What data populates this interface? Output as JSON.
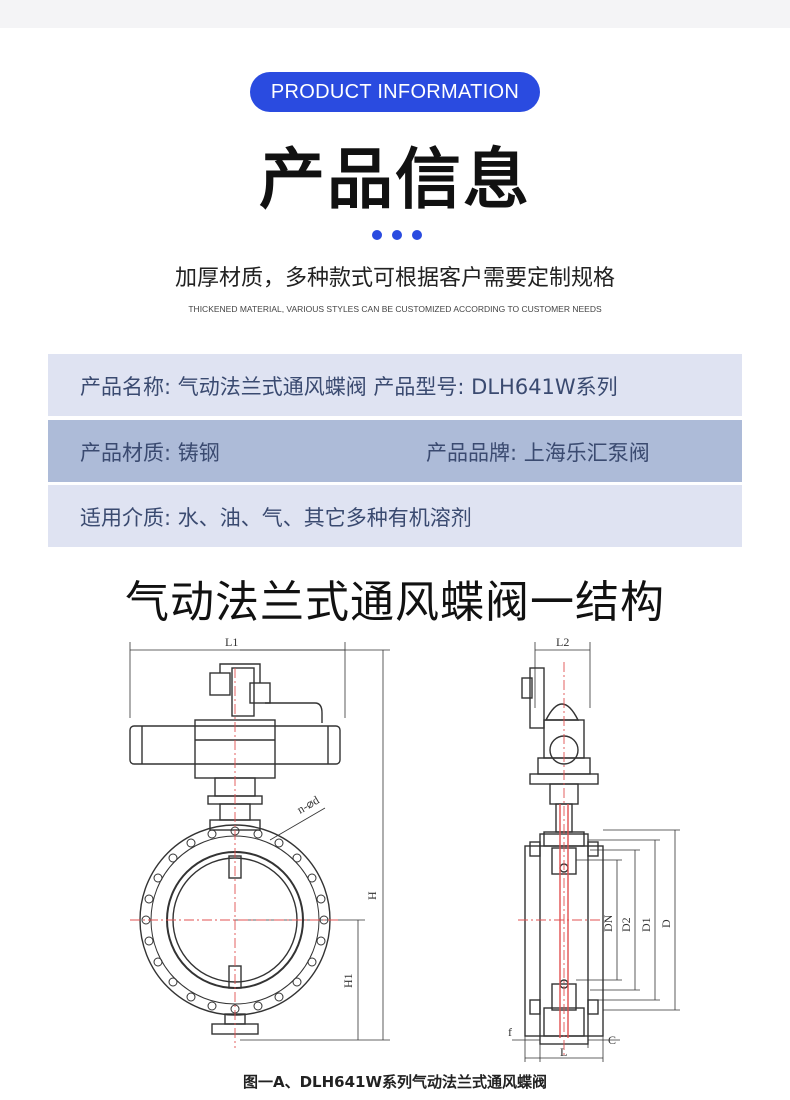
{
  "header": {
    "pill_label": "PRODUCT INFORMATION",
    "title": "产品信息",
    "subtitle_cn": "加厚材质，多种款式可根据客户需要定制规格",
    "subtitle_en": "THICKENED MATERIAL, VARIOUS STYLES CAN BE CUSTOMIZED ACCORDING TO CUSTOMER NEEDS",
    "accent_color": "#2a4be0"
  },
  "info": {
    "row1_text": "产品名称: 气动法兰式通风蝶阀 产品型号: DLH641W系列",
    "row2_left": "产品材质: 铸钢",
    "row2_right": "产品品牌: 上海乐汇泵阀",
    "row3_text": "适用介质: 水、油、气、其它多种有机溶剂"
  },
  "structure": {
    "title": "气动法兰式通风蝶阀一结构",
    "caption": "图一A、DLH641W系列气动法兰式通风蝶阀",
    "dim_labels": {
      "L1": "L1",
      "L2": "L2",
      "nd": "n-⌀d",
      "H": "H",
      "H1": "H1",
      "DN": "DN",
      "D2": "D2",
      "D1": "D1",
      "D": "D",
      "f": "f",
      "L": "L",
      "C": "C"
    }
  }
}
